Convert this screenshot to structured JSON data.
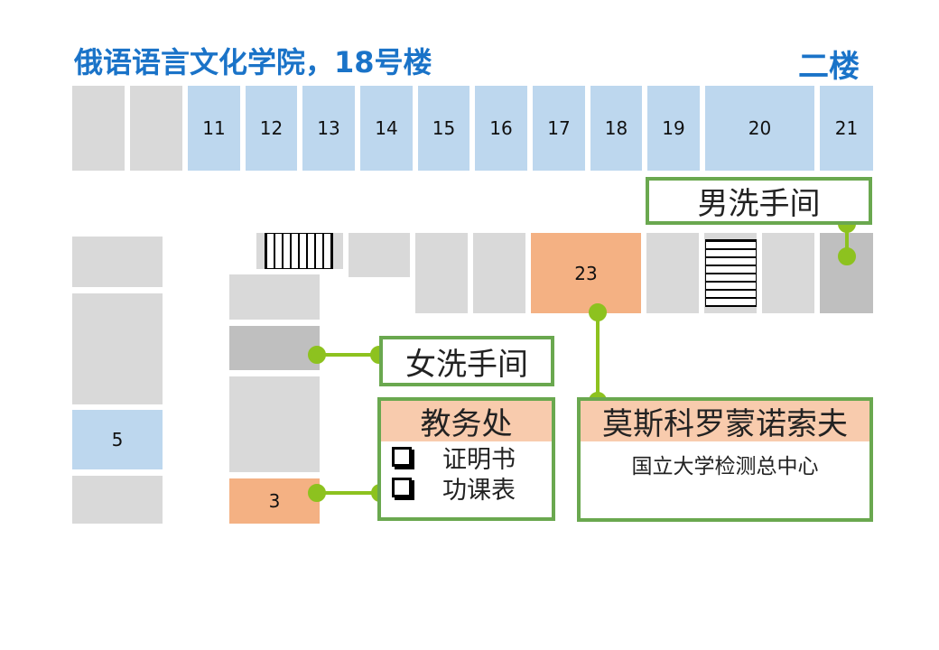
{
  "title": "俄语语言文化学院，18号楼",
  "floor": "二楼",
  "rooms": {
    "r11": "11",
    "r12": "12",
    "r13": "13",
    "r14": "14",
    "r15": "15",
    "r16": "16",
    "r17": "17",
    "r18": "18",
    "r19": "19",
    "r20": "20",
    "r21": "21",
    "r23": "23",
    "r5": "5",
    "r3": "3"
  },
  "labels": {
    "mens_restroom": "男洗手间",
    "womens_restroom": "女洗手间",
    "academic_office": {
      "title": "教务处",
      "items": [
        "证明书",
        "功课表"
      ]
    },
    "moscow_center": {
      "title": "莫斯科罗蒙诺索夫",
      "subtitle": "国立大学检测总中心"
    }
  },
  "colors": {
    "title": "#1a73c8",
    "room_gray": "#d9d9d9",
    "restroom_gray": "#bfbfbf",
    "room_blue": "#bdd7ee",
    "room_orange": "#f4b183",
    "box_border": "#6aa84f",
    "box_header": "#f8cbad",
    "connector": "#8dc21f"
  }
}
